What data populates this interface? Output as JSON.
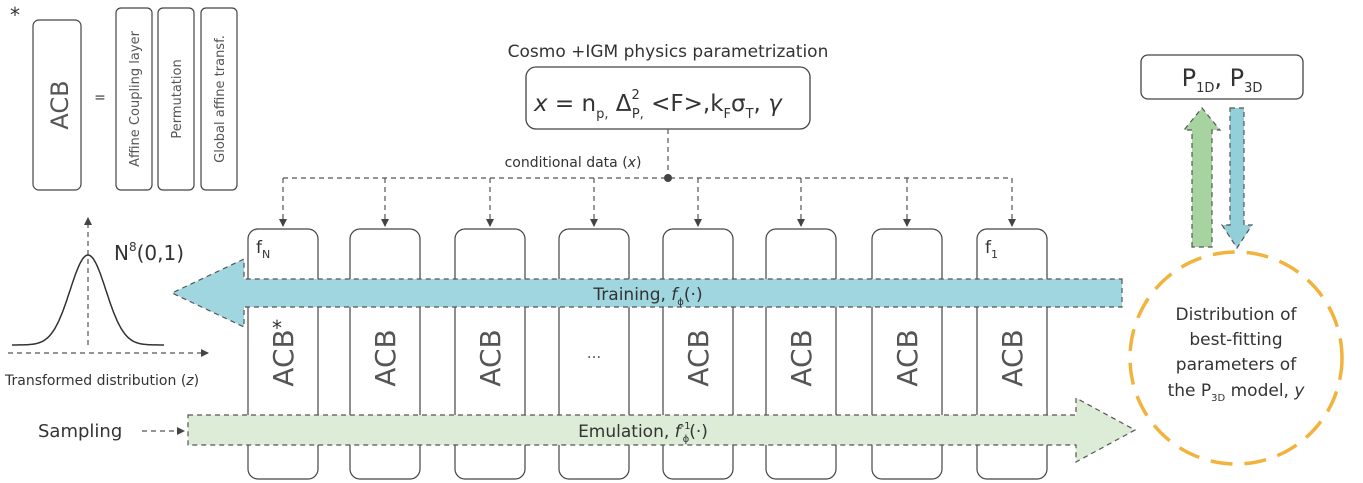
{
  "legend": {
    "star": "*",
    "acb": "ACB",
    "equals": "=",
    "items": [
      "Affine Coupling layer",
      "Permutation",
      "Global affine transf."
    ]
  },
  "physics": {
    "title": "Cosmo +IGM physics parametrization",
    "formula": {
      "x": "x",
      "eq": " = n",
      "p_sub": "p,",
      "delta": " Δ",
      "delta_sup": "2",
      "delta_sub": "P,",
      "f_mean": " <F>,k",
      "kf_sub": "F",
      "sigma": "σ",
      "sigma_sub": "T",
      "gamma_sep": ", ",
      "gamma": "γ"
    }
  },
  "conditional": {
    "label": "conditional data (",
    "var": "x",
    "close": ")"
  },
  "gaussian": {
    "n": "N",
    "n_sup": "8",
    "n_args": "(0,1)",
    "caption": "Transformed distribution (",
    "caption_var": "z",
    "caption_close": ")"
  },
  "blocks": [
    {
      "top": "f",
      "top_sub": "N",
      "label": "ACB",
      "star": "*"
    },
    {
      "top": "",
      "top_sub": "",
      "label": "ACB",
      "star": ""
    },
    {
      "top": "",
      "top_sub": "",
      "label": "ACB",
      "star": ""
    },
    {
      "top": "",
      "top_sub": "",
      "label": "...",
      "star": ""
    },
    {
      "top": "",
      "top_sub": "",
      "label": "ACB",
      "star": ""
    },
    {
      "top": "",
      "top_sub": "",
      "label": "ACB",
      "star": ""
    },
    {
      "top": "",
      "top_sub": "",
      "label": "ACB",
      "star": ""
    },
    {
      "top": "f",
      "top_sub": "1",
      "label": "ACB",
      "star": ""
    }
  ],
  "training": {
    "label": "Training, ",
    "f": "f",
    "sub": "ϕ",
    "args": "(·)"
  },
  "emulation": {
    "label": "Emulation, ",
    "f": "f",
    "sup": "-1",
    "sub": "ϕ",
    "args": "(·)"
  },
  "sampling": {
    "label": "Sampling"
  },
  "output": {
    "p": "P",
    "sub1": "1D",
    "sep": ", P",
    "sub2": "3D"
  },
  "distribution": {
    "line1": "Distribution of",
    "line2": "best-fitting",
    "line3": "parameters of",
    "line4_a": "the P",
    "line4_sub": "3D",
    "line4_b": " model, ",
    "line4_var": "y"
  },
  "colors": {
    "training": "#9fd6df",
    "emulation": "#dcecd7",
    "up_arrow": "#a7d3a1",
    "down_arrow": "#93cfd8",
    "circle": "#f2b33d",
    "stroke": "#444444"
  }
}
